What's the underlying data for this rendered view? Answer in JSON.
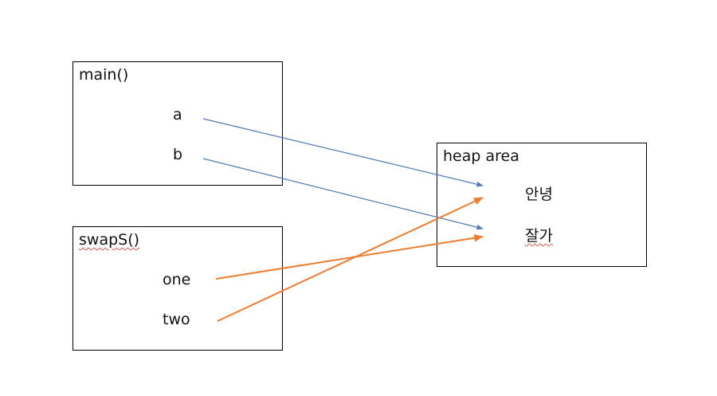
{
  "main_frame": {
    "title": "main()",
    "vars": [
      "a",
      "b"
    ]
  },
  "swap_frame": {
    "title": "swapS()",
    "vars": [
      "one",
      "two"
    ]
  },
  "heap": {
    "title": "heap area",
    "values": [
      "안녕",
      "잘가"
    ]
  },
  "colors": {
    "main_arrow": "#4f7ab8",
    "swap_arrow": "#ed7d31",
    "border": "#000000"
  }
}
